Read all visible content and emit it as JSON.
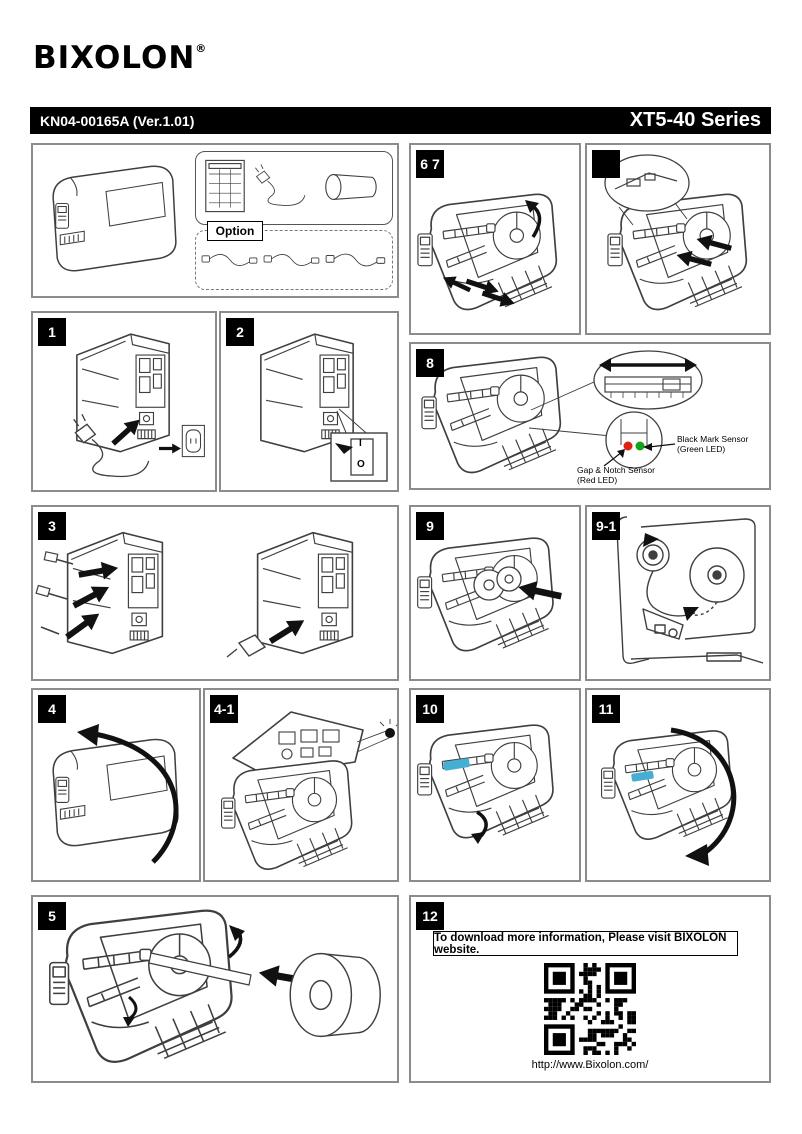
{
  "brand": {
    "logo": "BIXOLON",
    "registered": "®"
  },
  "header": {
    "doc_number": "KN04-00165A (Ver.1.01)",
    "series": "XT5-40 Series"
  },
  "panels": {
    "accessories": {
      "option_label": "Option"
    },
    "step6_7": {
      "badge": "6 7"
    },
    "step7": {
      "badge": ""
    },
    "step1": {
      "badge": "1"
    },
    "step2": {
      "badge": "2",
      "switch_on": "I",
      "switch_off": "O"
    },
    "step8": {
      "badge": "8",
      "sensor1_line1": "Black Mark Sensor",
      "sensor1_line2": "(Green LED)",
      "sensor2_line1": "Gap & Notch Sensor",
      "sensor2_line2": "(Red LED)"
    },
    "step3": {
      "badge": "3"
    },
    "step9": {
      "badge": "9"
    },
    "step9_1": {
      "badge": "9-1"
    },
    "step4": {
      "badge": "4"
    },
    "step4_1": {
      "badge": "4-1"
    },
    "step10": {
      "badge": "10"
    },
    "step11": {
      "badge": "11"
    },
    "step5": {
      "badge": "5"
    },
    "step12": {
      "badge": "12",
      "notice": "To download more information, Please visit BIXOLON website.",
      "url": "http://www.Bixolon.com/"
    }
  },
  "colors": {
    "led_red": "#e02010",
    "led_green": "#17a317",
    "highlight_cyan": "#45aed2",
    "badge_bg": "#000000",
    "panel_border": "#8c8c8c"
  }
}
